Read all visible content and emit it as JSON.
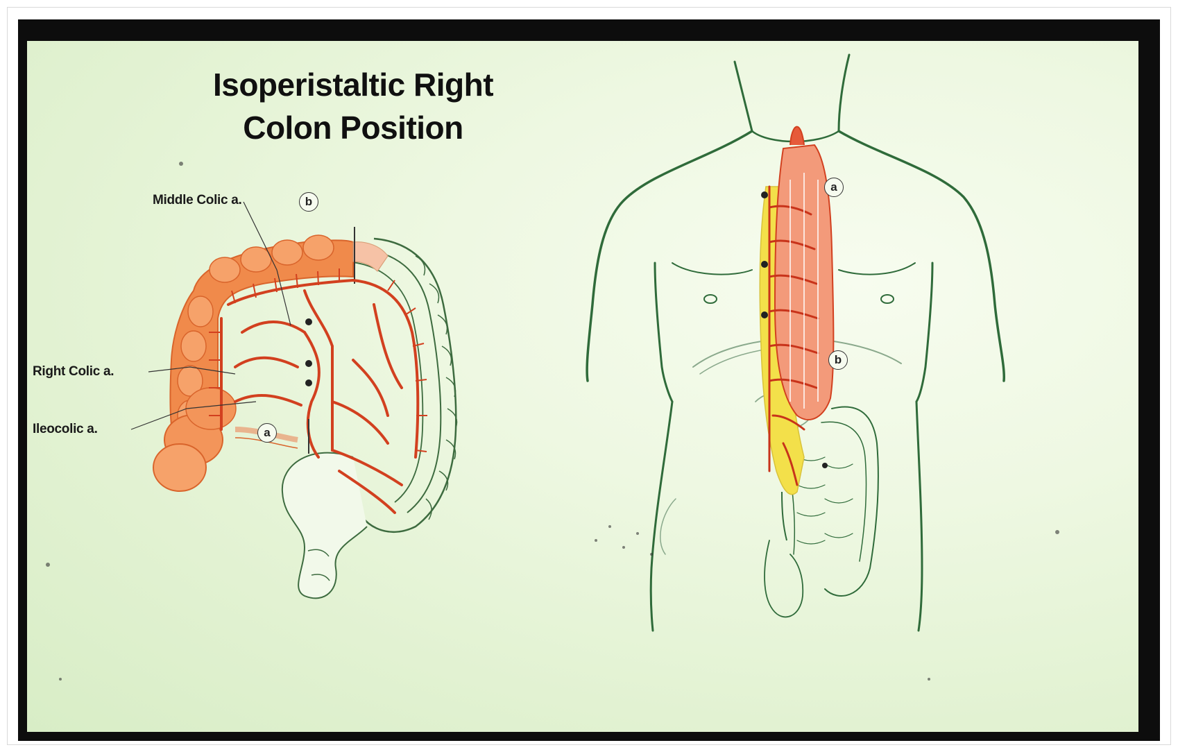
{
  "title": {
    "line1": "Isoperistaltic Right",
    "line2": "Colon Position"
  },
  "labels": {
    "middle_colic": "Middle Colic a.",
    "right_colic": "Right Colic a.",
    "ileocolic": "Ileocolic a."
  },
  "markers": {
    "a": "a",
    "b": "b"
  },
  "colors": {
    "background": "#e6f4d8",
    "outline_green": "#2f6b3a",
    "colon_orange": "#f08a4b",
    "artery_red": "#d2401f",
    "fat_yellow": "#f3e04a",
    "border_black": "#0d0d0d"
  }
}
